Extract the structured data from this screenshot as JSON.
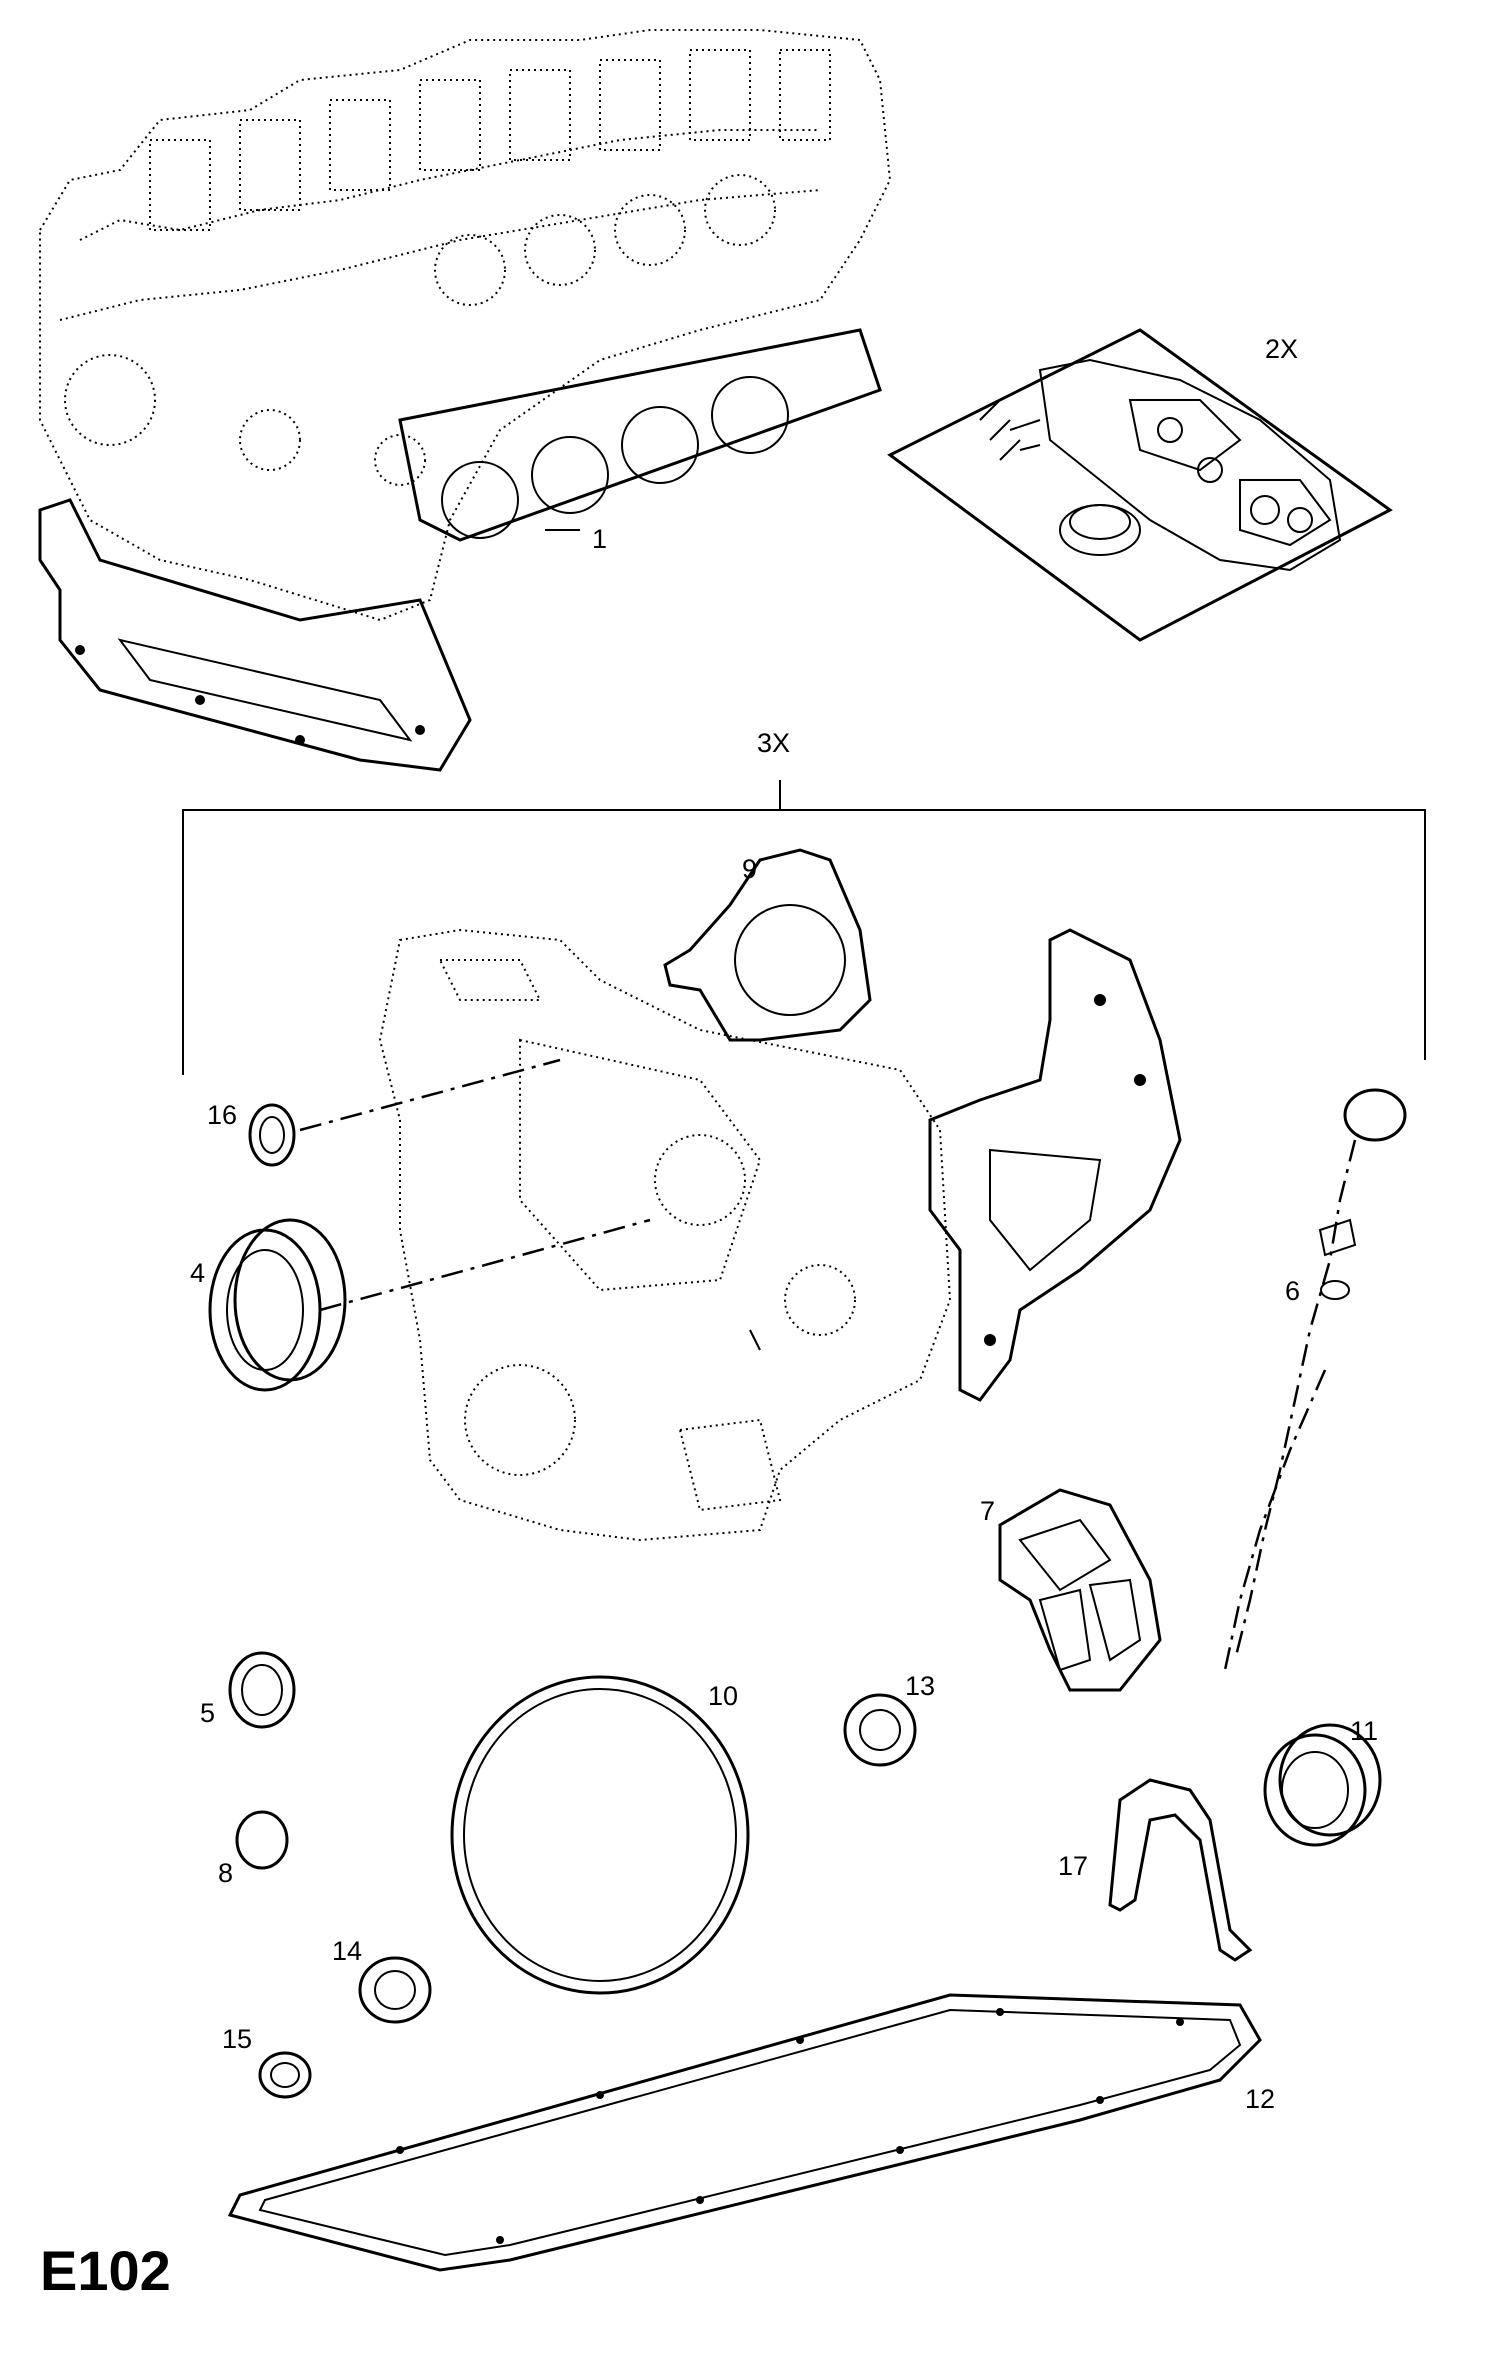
{
  "diagram_code": "E102",
  "callouts": {
    "c1": "1",
    "c2x": "2X",
    "c3x": "3X",
    "c4": "4",
    "c5": "5",
    "c6": "6",
    "c7": "7",
    "c8": "8",
    "c9": "9",
    "c10": "10",
    "c11": "11",
    "c12": "12",
    "c13": "13",
    "c14": "14",
    "c15": "15",
    "c16": "16",
    "c17": "17"
  }
}
